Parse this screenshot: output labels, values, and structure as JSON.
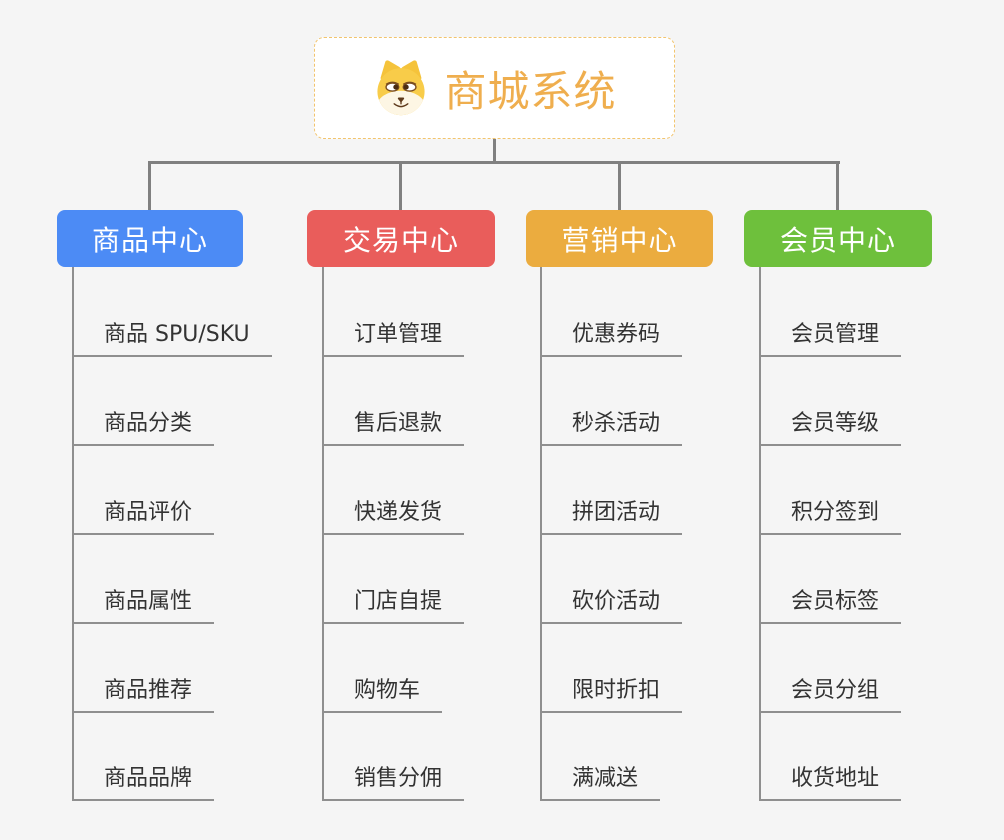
{
  "root": {
    "title": "商城系统",
    "icon": "dog-icon"
  },
  "branches": [
    {
      "label": "商品中心",
      "color": "#4C8BF5",
      "items": [
        "商品 SPU/SKU",
        "商品分类",
        "商品评价",
        "商品属性",
        "商品推荐",
        "商品品牌"
      ]
    },
    {
      "label": "交易中心",
      "color": "#E95D5B",
      "items": [
        "订单管理",
        "售后退款",
        "快递发货",
        "门店自提",
        "购物车",
        "销售分佣"
      ]
    },
    {
      "label": "营销中心",
      "color": "#EBAC3F",
      "items": [
        "优惠券码",
        "秒杀活动",
        "拼团活动",
        "砍价活动",
        "限时折扣",
        "满减送"
      ]
    },
    {
      "label": "会员中心",
      "color": "#6EC03C",
      "items": [
        "会员管理",
        "会员等级",
        "积分签到",
        "会员标签",
        "会员分组",
        "收货地址"
      ]
    }
  ],
  "colors": {
    "background": "#F5F5F5",
    "connector_line": "#808080",
    "item_underline": "#8F8F8F",
    "item_text": "#333333",
    "root_text": "#EFAE4E",
    "root_border": "#F2C46D",
    "branch_text": "#FFFFFF"
  }
}
